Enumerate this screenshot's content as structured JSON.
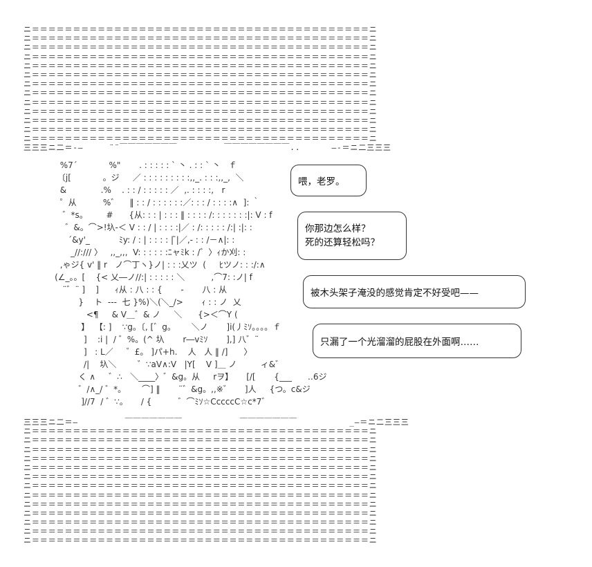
{
  "top_band": {
    "rows": [
      "ニ＝＝＝＝＝＝＝＝＝＝＝＝＝＝＝＝＝＝＝＝＝＝＝＝＝＝＝＝＝＝＝＝＝＝＝＝＝＝＝＝＝ニ",
      "ニ＝＝＝＝＝＝＝＝＝＝＝＝＝＝＝＝＝＝＝＝＝＝＝＝＝＝＝＝＝＝＝＝＝＝＝＝＝＝＝＝＝ニ",
      "ニ＝＝＝＝＝＝＝＝＝＝＝＝＝＝＝＝＝＝＝＝＝＝＝＝＝＝＝＝＝＝＝＝＝＝＝＝＝＝＝＝＝ニ",
      "ニ＝＝＝＝＝＝＝＝＝＝＝＝＝＝＝＝＝＝＝＝＝＝＝＝＝＝＝＝＝＝＝＝＝＝＝＝＝＝＝＝＝ニ",
      "ニ＝＝＝＝＝＝＝＝＝＝＝＝＝＝＝＝＝＝＝＝＝＝＝＝＝＝＝＝＝＝＝＝＝＝＝＝＝＝＝＝＝ニ",
      "ニ＝＝＝＝＝＝＝＝＝＝＝＝＝＝＝＝＝＝＝＝＝＝＝＝＝＝＝＝＝＝＝＝＝＝＝＝＝＝＝＝＝ニ",
      "ニ＝＝＝＝＝＝＝＝＝＝＝＝＝＝＝＝＝＝＝＝＝＝＝＝＝＝＝＝＝＝＝＝＝＝＝＝＝＝＝＝＝ニ",
      "ニ＝＝＝＝＝＝＝＝＝＝＝＝＝＝＝＝＝＝＝＝＝＝＝＝＝＝＝＝＝＝＝＝＝＝＝＝＝＝＝＝＝ニ",
      "ニ＝＝＝＝＝＝＝＝＝＝＝＝＝＝＝＝＝＝＝＝＝＝＝＝＝＝＝＝＝＝＝＝＝＝＝＝＝＝＝＝＝ニ",
      "ニ＝＝＝＝＝＝＝＝＝＝＝＝＝＝＝＝＝＝＝＝＝＝＝＝＝＝＝＝＝＝＝＝＝＝＝＝＝＝＝＝＝ニ",
      "ニ＝＝＝＝＝＝＝＝＝＝＝＝＝＝＝＝＝＝＝＝＝＝＝＝＝＝＝＝＝＝＝＝＝＝＝＝＝＝＝＝＝ニ",
      "ニ＝＝＝＝＝＝＝＝＝＝＝＝＝＝＝＝＝＝＝＝＝＝＝＝＝＝＝＝＝＝＝＝＝＝＝＝＝＝＝＝＝ニ",
      "ニ＝＝＝＝＝＝＝＝＝＝＝＝＝＝＝＝＝＝＝＝＝＝＝＝＝＝＝＝＝＝＝＝＝＝＝＝＝＝＝＝＝ニ",
      "三三三ニ二＝-―     ¨¨￣￣￣￣￣￣￣         ￣￣￣￣￣￣￣￣..      ―-＝ニ二三三三"
    ]
  },
  "art": [
    "       %7´            %\"       . : : : : : ` 丶 . : : ` 丶   ｆ",
    "      〔j[            。ジ     ／ : : : : : : : : :,,_. : : :,,_,  ＼",
    "       &             .%    . : : / : : : : : ／  ,. : : : :,   r",
    "       ゜从          %゛    ‖ : : / : : : : : :／: : : / : : : :∧  ]: ｀",
    "        ゛*s。       #      {从: : : | : : : ‖ : : : : /: : : : : : :|: V : f",
    "         ゛&。⌒>!圦-＜ V : : / | : : : :|／ : /: : : : : /:| :|: :",
    "          ´&y'_           ﾐy: / : | : : : : | ̄|／,- : : /－∧|: :",
    "           _//:/// 〉   ,,_,,,  V: : : : : :ﾆャﾐk : /゛〉ｨか刈: :",
    "       ,ゃジ{ v' ‖ r   ノ⌒丁ヽ}ノ| : : :乂ツ  (     ﾋツノ: : :/:∧",
    "     (∠_。。[    {< 乂―ノ//:| : : : : : ＼          ,⌒7: :ノ| f",
    "        ¨゛¨ ]    ]      ｨ从 : 八 : : {       -       八 : 从",
    "              }    ト  ---  七 }%)＼(＼_/>       ｨ : : ノ  乂",
    "                 <¶     & V＿゛& ノ     ＼      {>＜⌒Y (",
    "               】  【: ]    ∵g。〔, [゛g。      ＼ノ       ]i(丿ﾐｿ。。。。ｆ",
    "                ]    :i |  / ゛%。(^ 圦       r―vﾐｿ       ],] 八゛¨",
    "                ]   : L／     ゛£。 ]パ+h.    人   人 ‖ /]      〉",
    "                /|    圦＼        ゛∵aV∧:V   |Y[    V ]＿ ノ         ィ&゛",
    "              く ∧     ゛∴   ＼____〉゛&g。从     rヲ】     [/[       {___      ‥6ジ",
    "              ゛/∧_/ ゛*。      ⌒] ‖       ¨゛&g。,,※゛     ]人     {つ。c&ジ",
    "               ]//7  / ゛∵。     / {          ゛⌒ﾐｿ☆CccccC☆c*7゛"
  ],
  "bubbles": [
    "喂，老罗。",
    "你那边怎么样？",
    "死的还算轻松吗？",
    "被木头架子淹没的感觉肯定不好受吧——",
    "只漏了一个光溜溜的屁股在外面啊……"
  ],
  "bottom_band": {
    "rows": [
      "三三三ニ二＝―         ￣￣￣￣￣￣￣           ￣￣￣￣￣￣￣          _―＝ニ二三三三",
      "ニ＝＝＝＝＝＝＝＝＝＝＝＝＝＝＝＝＝＝＝＝＝＝＝＝＝＝＝＝＝＝＝＝＝＝＝＝＝＝＝＝＝ニ",
      "ニ＝＝＝＝＝＝＝＝＝＝＝＝＝＝＝＝＝＝＝＝＝＝＝＝＝＝＝＝＝＝＝＝＝＝＝＝＝＝＝＝＝ニ",
      "ニ＝＝＝＝＝＝＝＝＝＝＝＝＝＝＝＝＝＝＝＝＝＝＝＝＝＝＝＝＝＝＝＝＝＝＝＝＝＝＝＝＝ニ",
      "ニ＝＝＝＝＝＝＝＝＝＝＝＝＝＝＝＝＝＝＝＝＝＝＝＝＝＝＝＝＝＝＝＝＝＝＝＝＝＝＝＝＝ニ",
      "ニ＝＝＝＝＝＝＝＝＝＝＝＝＝＝＝＝＝＝＝＝＝＝＝＝＝＝＝＝＝＝＝＝＝＝＝＝＝＝＝＝＝ニ",
      "ニ＝＝＝＝＝＝＝＝＝＝＝＝＝＝＝＝＝＝＝＝＝＝＝＝＝＝＝＝＝＝＝＝＝＝＝＝＝＝＝＝＝ニ",
      "ニ＝＝＝＝＝＝＝＝＝＝＝＝＝＝＝＝＝＝＝＝＝＝＝＝＝＝＝＝＝＝＝＝＝＝＝＝＝＝＝＝＝ニ",
      "ニ＝＝＝＝＝＝＝＝＝＝＝＝＝＝＝＝＝＝＝＝＝＝＝＝＝＝＝＝＝＝＝＝＝＝＝＝＝＝＝＝＝ニ",
      "ニ＝＝＝＝＝＝＝＝＝＝＝＝＝＝＝＝＝＝＝＝＝＝＝＝＝＝＝＝＝＝＝＝＝＝＝＝＝＝＝＝＝ニ",
      "ニ＝＝＝＝＝＝＝＝＝＝＝＝＝＝＝＝＝＝＝＝＝＝＝＝＝＝＝＝＝＝＝＝＝＝＝＝＝＝＝＝＝ニ",
      "ニ＝＝＝＝＝＝＝＝＝＝＝＝＝＝＝＝＝＝＝＝＝＝＝＝＝＝＝＝＝＝＝＝＝＝＝＝＝＝＝＝＝ニ",
      "ニ＝＝＝＝＝＝＝＝＝＝＝＝＝＝＝＝＝＝＝＝＝＝＝＝＝＝＝＝＝＝＝＝＝＝＝＝＝＝＝＝＝ニ",
      "ニ＝＝＝＝＝＝＝＝＝＝＝＝＝＝＝＝＝＝＝＝＝＝＝＝＝＝＝＝＝＝＝＝＝＝＝＝＝＝＝＝＝ニ"
    ]
  }
}
